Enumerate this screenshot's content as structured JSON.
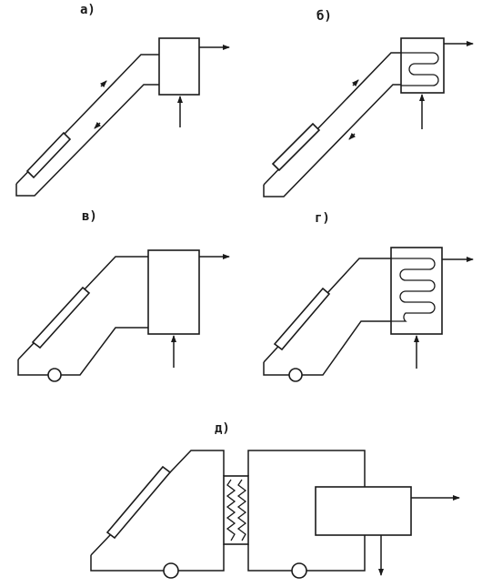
{
  "diagrams": {
    "a": {
      "label": "а)"
    },
    "b": {
      "label": "б)"
    },
    "v": {
      "label": "в)"
    },
    "g": {
      "label": "г)"
    },
    "d": {
      "label": "д)"
    }
  },
  "colors": {
    "ink": "#1a1a1a",
    "paper": "#ffffff"
  }
}
